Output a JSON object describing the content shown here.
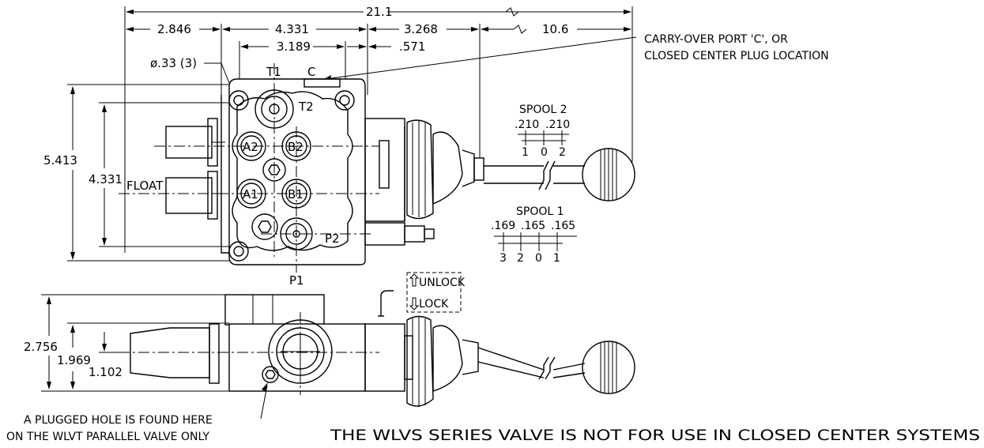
{
  "dimensions": {
    "overall_length": "21.1",
    "left_offset": "2.846",
    "body_length": "4.331",
    "port_spacing": "3.189",
    "right_section": "3.268",
    "port_offset": ".571",
    "handle_length": "10.6",
    "overall_height": "5.413",
    "body_height": "4.331",
    "mount_hole": "ø.33 (3)",
    "side_height": "2.756",
    "side_port_height": "1.969",
    "side_center_height": "1.102"
  },
  "ports": {
    "t1": "T1",
    "t2": "T2",
    "a1": "A1",
    "a2": "A2",
    "b1": "B1",
    "b2": "B2",
    "p1": "P1",
    "p2": "P2",
    "c": "C",
    "float": "FLOAT"
  },
  "notes": {
    "carry_over_line1": "CARRY-OVER PORT 'C', OR",
    "carry_over_line2": "CLOSED CENTER PLUG LOCATION",
    "plugged_line1": "A PLUGGED HOLE IS FOUND HERE",
    "plugged_line2": "ON THE WLVT PARALLEL VALVE ONLY",
    "closed_center_warning": "THE WLVS SERIES VALVE IS NOT FOR USE IN CLOSED CENTER SYSTEMS"
  },
  "spool2": {
    "title": "SPOOL 2",
    "travels": [
      ".210",
      ".210"
    ],
    "positions": [
      "1",
      "0",
      "2"
    ]
  },
  "spool1": {
    "title": "SPOOL 1",
    "travels": [
      ".169",
      ".165",
      ".165"
    ],
    "positions": [
      "3",
      "2",
      "0",
      "1"
    ]
  },
  "lock": {
    "unlock_label": "UNLOCK",
    "lock_label": "LOCK"
  }
}
